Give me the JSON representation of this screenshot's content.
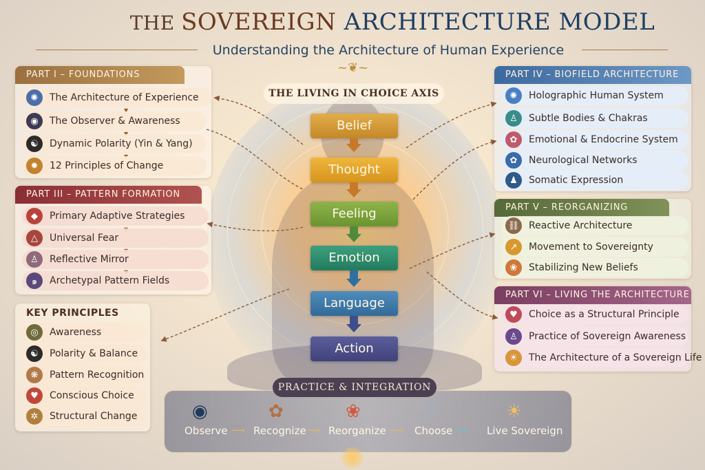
{
  "header": {
    "title_the": "THE ",
    "title_word1": "SOVEREIGN ",
    "title_word2": "ARCHITECTURE MODEL",
    "subtitle": "Understanding the Architecture of Human Experience"
  },
  "colors": {
    "part1": "#b58a4a",
    "part3": "#9b3a3e",
    "part4": "#4a79ad",
    "part5": "#5f7044",
    "part6": "#8a4a6e",
    "belief": "#d49a34",
    "thought": "#e1a32f",
    "feeling": "#7ea33a",
    "emotion": "#2f8c6e",
    "language": "#3f7aa8",
    "action": "#4e4f8a"
  },
  "part1": {
    "title": "PART I – FOUNDATIONS",
    "items": [
      {
        "label": "The Architecture of Experience",
        "icon": "mandala-icon"
      },
      {
        "label": "The Observer & Awareness",
        "icon": "eye-icon"
      },
      {
        "label": "Dynamic Polarity (Yin & Yang)",
        "icon": "yin-yang-icon"
      },
      {
        "label": "12 Principles of Change",
        "icon": "sun-wheel-icon"
      }
    ]
  },
  "part3": {
    "title": "PART III – PATTERN FORMATION",
    "items": [
      {
        "label": "Primary Adaptive Strategies",
        "icon": "gem-icon"
      },
      {
        "label": "Universal Fear",
        "icon": "triangle-icon"
      },
      {
        "label": "Reflective Mirror",
        "icon": "mirror-figure-icon"
      },
      {
        "label": "Archetypal Pattern Fields",
        "icon": "swirl-icon"
      }
    ]
  },
  "key": {
    "title": "KEY PRINCIPLES",
    "items": [
      {
        "label": "Awareness",
        "icon": "awareness-icon"
      },
      {
        "label": "Polarity & Balance",
        "icon": "yin-yang-icon"
      },
      {
        "label": "Pattern Recognition",
        "icon": "pattern-icon"
      },
      {
        "label": "Conscious Choice",
        "icon": "heart-icon"
      },
      {
        "label": "Structural Change",
        "icon": "wheel-icon"
      }
    ]
  },
  "part4": {
    "title": "PART IV – BIOFIELD ARCHITECTURE",
    "items": [
      {
        "label": "Holographic Human System",
        "icon": "holographic-icon"
      },
      {
        "label": "Subtle Bodies & Chakras",
        "icon": "meditating-figure-icon"
      },
      {
        "label": "Emotional & Endocrine System",
        "icon": "brain-icon"
      },
      {
        "label": "Neurological Networks",
        "icon": "neural-brain-icon"
      },
      {
        "label": "Somatic Expression",
        "icon": "body-icon"
      }
    ]
  },
  "part5": {
    "title": "PART V – REORGANIZING",
    "items": [
      {
        "label": "Reactive Architecture",
        "icon": "chain-icon"
      },
      {
        "label": "Movement to Sovereignty",
        "icon": "arrow-up-icon"
      },
      {
        "label": "Stabilizing New Beliefs",
        "icon": "lotus-icon"
      }
    ]
  },
  "part6": {
    "title": "PART VI – LIVING THE ARCHITECTURE",
    "items": [
      {
        "label": "Choice as a Structural Principle",
        "icon": "hearts-icon"
      },
      {
        "label": "Practice of Sovereign Awareness",
        "icon": "meditator-icon"
      },
      {
        "label": "The Architecture of a Sovereign Life",
        "icon": "sunrise-icon"
      }
    ]
  },
  "axis": {
    "title": "THE LIVING IN CHOICE AXIS",
    "stages": [
      "Belief",
      "Thought",
      "Feeling",
      "Emotion",
      "Language",
      "Action"
    ]
  },
  "practice": {
    "title": "PRACTICE & INTEGRATION",
    "steps": [
      {
        "label": "Observe",
        "icon": "eye-icon"
      },
      {
        "label": "Recognize",
        "icon": "brain-icon"
      },
      {
        "label": "Reorganize",
        "icon": "lotus-icon"
      },
      {
        "label": "Choose",
        "icon": "heart-icon"
      },
      {
        "label": "Live Sovereign",
        "icon": "sunrise-icon"
      }
    ]
  }
}
